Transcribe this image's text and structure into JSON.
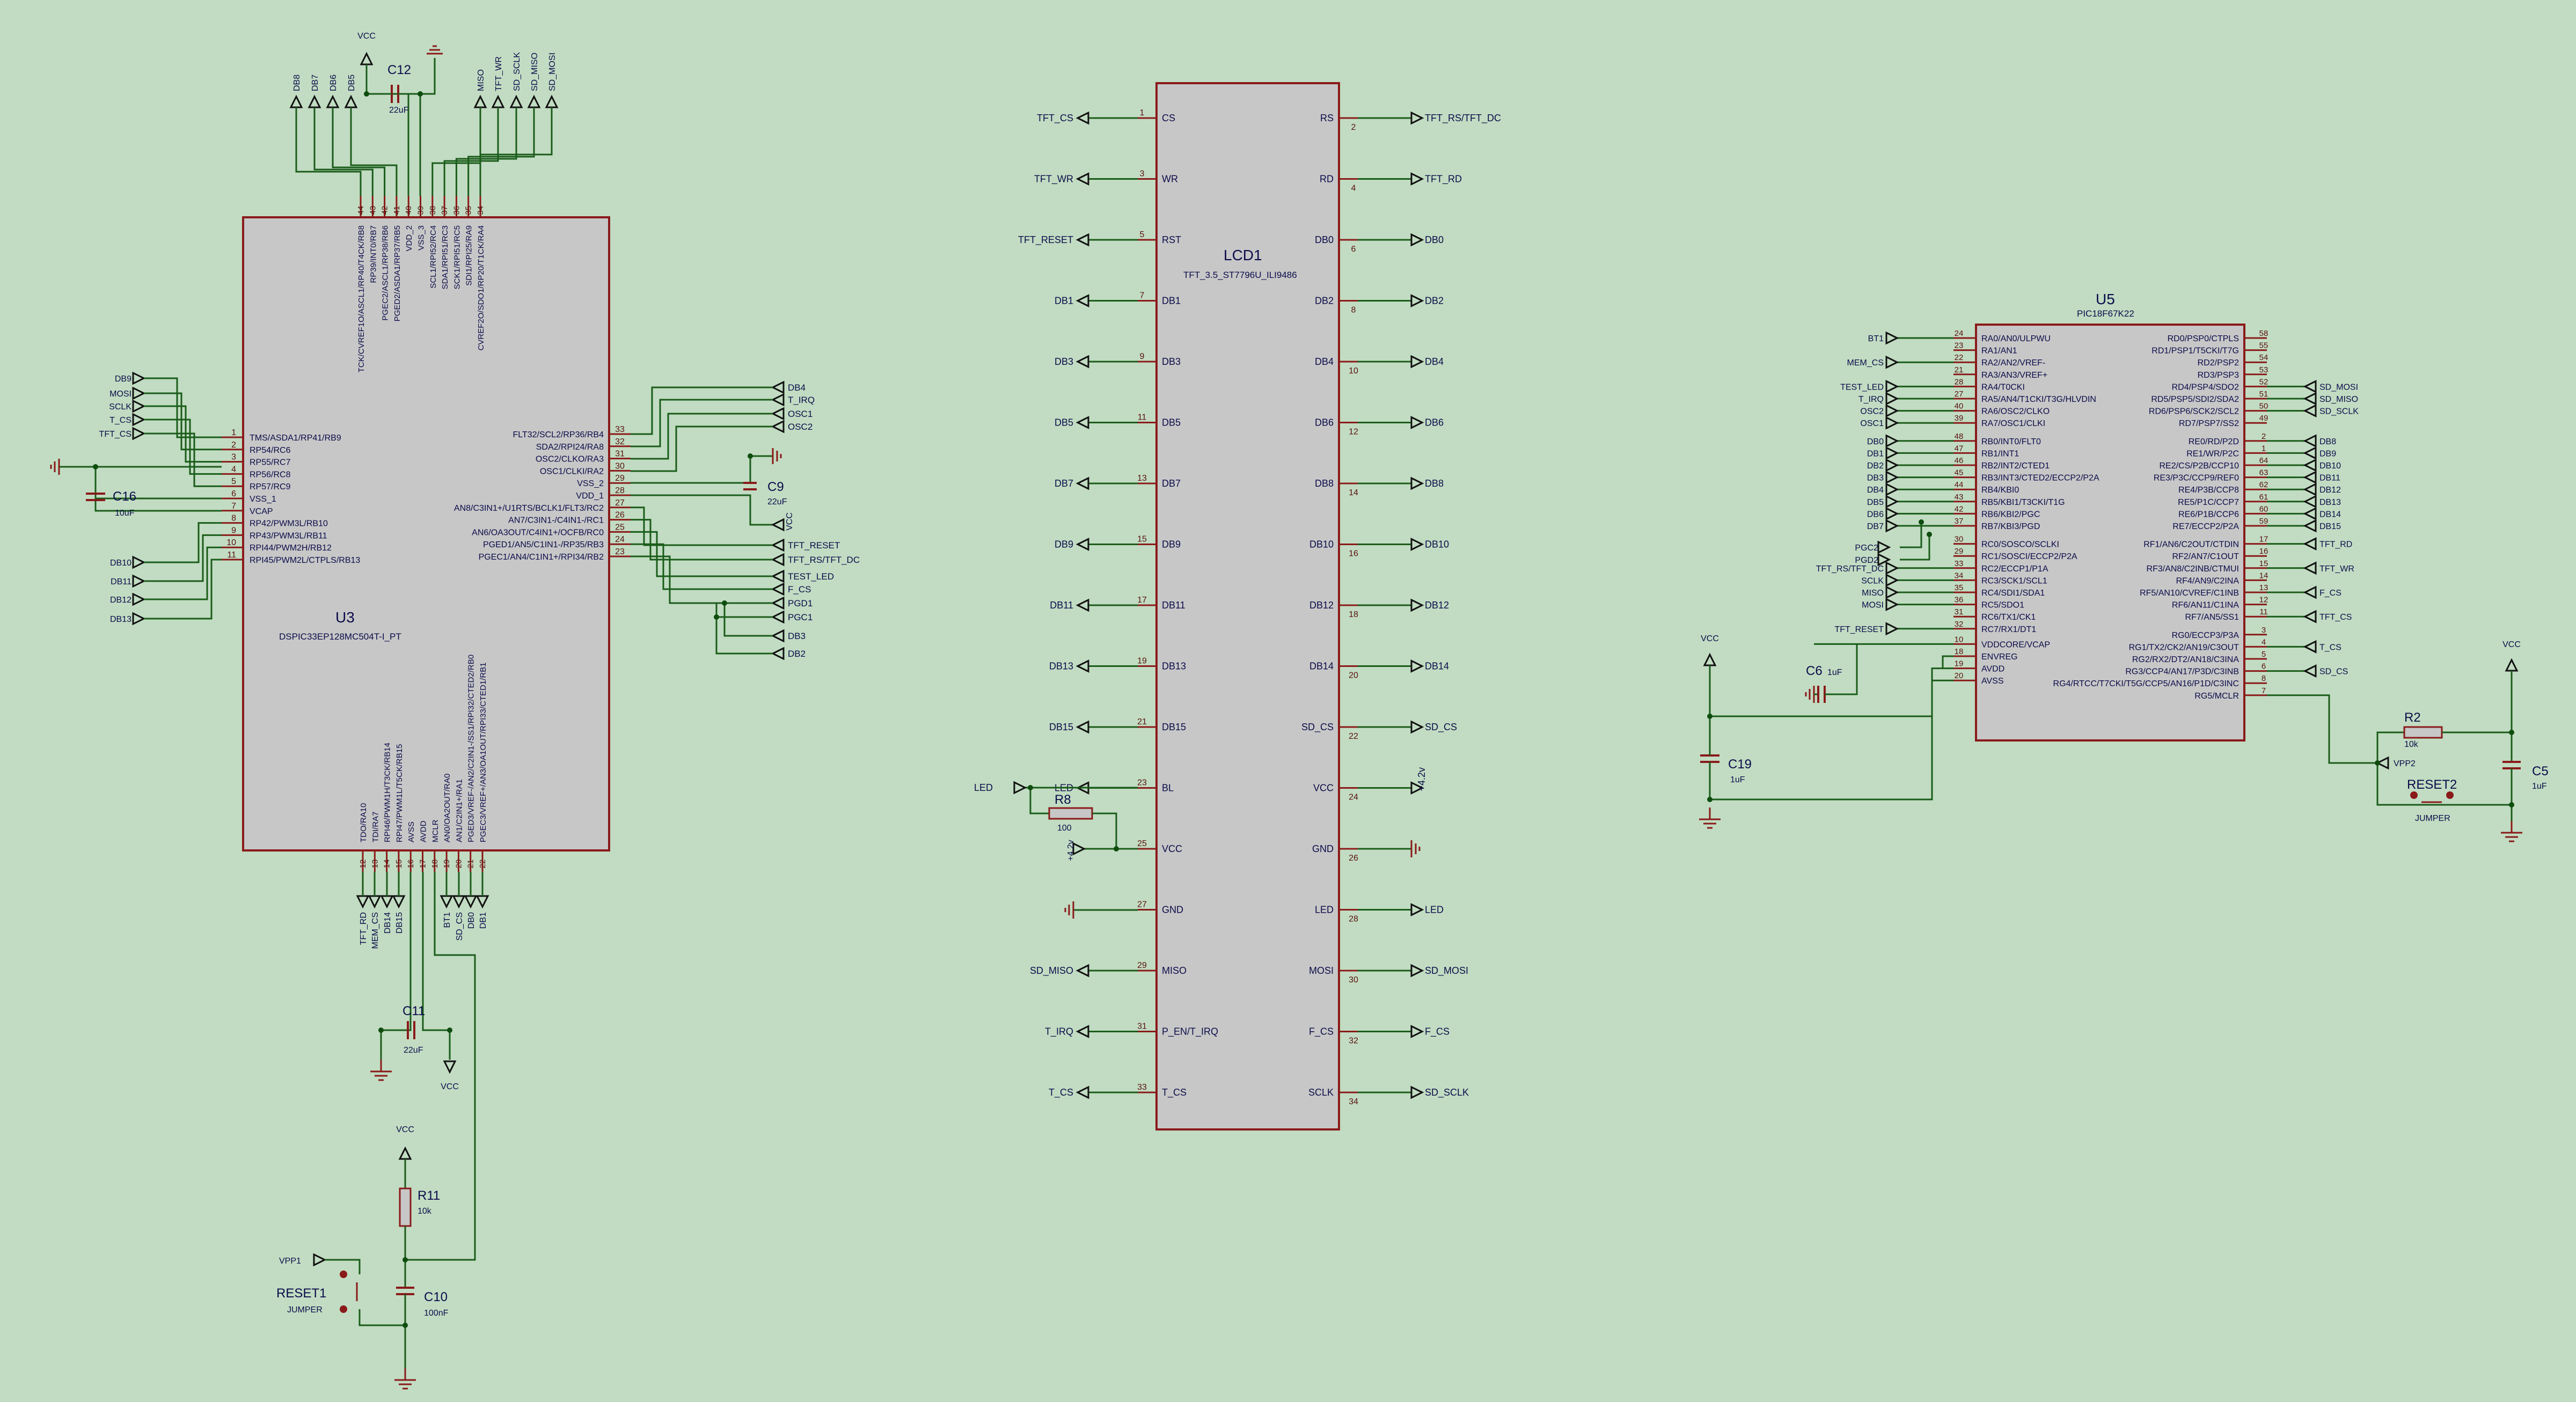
{
  "colors": {
    "background": "#c1dcc2",
    "chip_fill": "#c7c7c7",
    "outline": "#8a1a1a",
    "wire": "#1a5c1a",
    "text": "#0b0b4a"
  },
  "u3": {
    "ref": "U3",
    "part": "DSPIC33EP128MC504T-I_PT",
    "left": [
      [
        "1",
        "TMS/ASDA1/RP41/RB9"
      ],
      [
        "2",
        "RP54/RC6"
      ],
      [
        "3",
        "RP55/RC7"
      ],
      [
        "4",
        "RP56/RC8"
      ],
      [
        "5",
        "RP57/RC9"
      ],
      [
        "6",
        "VSS_1"
      ],
      [
        "7",
        "VCAP"
      ],
      [
        "8",
        "RP42/PWM3L/RB10"
      ],
      [
        "9",
        "RP43/PWM3L/RB11"
      ],
      [
        "10",
        "RPI44/PWM2H/RB12"
      ],
      [
        "11",
        "RPI45/PWM2L/CTPLS/RB13"
      ]
    ],
    "right": [
      [
        "33",
        "FLT32/SCL2/RP36/RB4"
      ],
      [
        "32",
        "SDA2/RPI24/RA8"
      ],
      [
        "31",
        "OSC2/CLKO/RA3"
      ],
      [
        "30",
        "OSC1/CLKI/RA2"
      ],
      [
        "29",
        "VSS_2"
      ],
      [
        "28",
        "VDD_1"
      ],
      [
        "27",
        "AN8/C3IN1+/U1RTS/BCLK1/FLT3/RC2"
      ],
      [
        "26",
        "AN7/C3IN1-/C4IN1-/RC1"
      ],
      [
        "25",
        "AN6/OA3OUT/C4IN1+/OCFB/RC0"
      ],
      [
        "24",
        "PGED1/AN5/C1IN1-/RP35/RB3"
      ],
      [
        "23",
        "PGEC1/AN4/C1IN1+/RPI34/RB2"
      ]
    ],
    "top": [
      [
        "44",
        "TCK/CVREF1O/ASCL1/RP40/T4CK/RB8"
      ],
      [
        "43",
        "RP39/INT0/RB7"
      ],
      [
        "42",
        "PGEC2/ASCL1/RP38/RB6"
      ],
      [
        "41",
        "PGED2/ASDA1/RP37/RB5"
      ],
      [
        "40",
        "VDD_2"
      ],
      [
        "39",
        "VSS_3"
      ],
      [
        "38",
        "SCL1/RPI52/RC4"
      ],
      [
        "37",
        "SDA1/RPI51/RC3"
      ],
      [
        "36",
        "SCK1/RPI51/RC5"
      ],
      [
        "35",
        "SDI1/RPI25/RA9"
      ],
      [
        "34",
        "CVREF2O/SDO1/RP20/T1CK/RA4"
      ]
    ],
    "bottom": [
      [
        "12",
        "TDO/RA10"
      ],
      [
        "13",
        "TDI/RA7"
      ],
      [
        "14",
        "RPI46/PWM1H/T3CK/RB14"
      ],
      [
        "15",
        "RPI47/PWM1L/T5CK/RB15"
      ],
      [
        "16",
        "AVSS"
      ],
      [
        "17",
        "AVDD"
      ],
      [
        "18",
        "MCLR"
      ],
      [
        "19",
        "AN0/OA2OUT/RA0"
      ],
      [
        "20",
        "AN1/C2IN1+/RA1"
      ],
      [
        "21",
        "PGED3/VREF-/AN2/C2IN1-/SS1/RPI32/CTED2/RB0"
      ],
      [
        "22",
        "PGEC3/VREF+/AN3/OA1OUT/RPI33/CTED1/RB1"
      ]
    ],
    "top_nets": [
      "DB8",
      "DB7",
      "DB6",
      "DB5",
      "MISO",
      "TFT_WR",
      "SD_SCLK",
      "SD_MISO",
      "SD_MOSI"
    ],
    "left_nets": [
      "DB9",
      "MOSI",
      "SCLK",
      "T_CS",
      "TFT_CS",
      "DB10",
      "DB11",
      "DB12",
      "DB13"
    ],
    "right_nets": [
      "DB4",
      "T_IRQ",
      "OSC1",
      "OSC2",
      "TFT_RESET",
      "TFT_RS/TFT_DC",
      "TEST_LED",
      "F_CS",
      "PGD1",
      "PGC1",
      "DB3",
      "DB2"
    ],
    "bottom_nets": [
      "TFT_RD",
      "MEM_CS",
      "DB14",
      "DB15",
      "BT1",
      "SD_CS",
      "DB0",
      "DB1"
    ]
  },
  "lcd": {
    "ref": "LCD1",
    "part": "TFT_3.5_ST7796U_ILI9486",
    "left": [
      [
        "1",
        "CS",
        "TFT_CS"
      ],
      [
        "3",
        "WR",
        "TFT_WR"
      ],
      [
        "5",
        "RST",
        "TFT_RESET"
      ],
      [
        "7",
        "DB1",
        "DB1"
      ],
      [
        "9",
        "DB3",
        "DB3"
      ],
      [
        "11",
        "DB5",
        "DB5"
      ],
      [
        "13",
        "DB7",
        "DB7"
      ],
      [
        "15",
        "DB9",
        "DB9"
      ],
      [
        "17",
        "DB11",
        "DB11"
      ],
      [
        "19",
        "DB13",
        "DB13"
      ],
      [
        "21",
        "DB15",
        "DB15"
      ],
      [
        "23",
        "BL",
        "LED"
      ],
      [
        "25",
        "VCC",
        ""
      ],
      [
        "27",
        "GND",
        ""
      ],
      [
        "29",
        "MISO",
        "SD_MISO"
      ],
      [
        "31",
        "P_EN/T_IRQ",
        "T_IRQ"
      ],
      [
        "33",
        "T_CS",
        "T_CS"
      ]
    ],
    "right": [
      [
        "2",
        "RS",
        "TFT_RS/TFT_DC"
      ],
      [
        "4",
        "RD",
        "TFT_RD"
      ],
      [
        "6",
        "DB0",
        "DB0"
      ],
      [
        "8",
        "DB2",
        "DB2"
      ],
      [
        "10",
        "DB4",
        "DB4"
      ],
      [
        "12",
        "DB6",
        "DB6"
      ],
      [
        "14",
        "DB8",
        "DB8"
      ],
      [
        "16",
        "DB10",
        "DB10"
      ],
      [
        "18",
        "DB12",
        "DB12"
      ],
      [
        "20",
        "DB14",
        "DB14"
      ],
      [
        "22",
        "SD_CS",
        "SD_CS"
      ],
      [
        "24",
        "VCC",
        "+4.2v"
      ],
      [
        "26",
        "GND",
        ""
      ],
      [
        "28",
        "LED",
        "LED"
      ],
      [
        "30",
        "MOSI",
        "SD_MOSI"
      ],
      [
        "32",
        "F_CS",
        "F_CS"
      ],
      [
        "34",
        "SCLK",
        "SD_SCLK"
      ]
    ]
  },
  "u5": {
    "ref": "U5",
    "part": "PIC18F67K22",
    "left": [
      [
        "24",
        "RA0/AN0/ULPWU",
        "BT1"
      ],
      [
        "23",
        "RA1/AN1",
        ""
      ],
      [
        "22",
        "RA2/AN2/VREF-",
        "MEM_CS"
      ],
      [
        "21",
        "RA3/AN3/VREF+",
        ""
      ],
      [
        "28",
        "RA4/T0CKI",
        "TEST_LED"
      ],
      [
        "27",
        "RA5/AN4/T1CKI/T3G/HLVDIN",
        "T_IRQ"
      ],
      [
        "40",
        "RA6/OSC2/CLKO",
        "OSC2"
      ],
      [
        "39",
        "RA7/OSC1/CLKI",
        "OSC1"
      ],
      [
        "48",
        "RB0/INT0/FLT0",
        "DB0"
      ],
      [
        "47",
        "RB1/INT1",
        "DB1"
      ],
      [
        "46",
        "RB2/INT2/CTED1",
        "DB2"
      ],
      [
        "45",
        "RB3/INT3/CTED2/ECCP2/P2A",
        "DB3"
      ],
      [
        "44",
        "RB4/KBI0",
        "DB4"
      ],
      [
        "43",
        "RB5/KBI1/T3CKI/T1G",
        "DB5"
      ],
      [
        "42",
        "RB6/KBI2/PGC",
        "DB6"
      ],
      [
        "37",
        "RB7/KBI3/PGD",
        "DB7"
      ],
      [
        "30",
        "RC0/SOSCO/SCLKI",
        ""
      ],
      [
        "29",
        "RC1/SOSCI/ECCP2/P2A",
        ""
      ],
      [
        "33",
        "RC2/ECCP1/P1A",
        "TFT_RS/TFT_DC"
      ],
      [
        "34",
        "RC3/SCK1/SCL1",
        "SCLK"
      ],
      [
        "35",
        "RC4/SDI1/SDA1",
        "MISO"
      ],
      [
        "36",
        "RC5/SDO1",
        "MOSI"
      ],
      [
        "31",
        "RC6/TX1/CK1",
        ""
      ],
      [
        "32",
        "RC7/RX1/DT1",
        "TFT_RESET"
      ],
      [
        "10",
        "VDDCORE/VCAP",
        ""
      ],
      [
        "18",
        "ENVREG",
        ""
      ],
      [
        "19",
        "AVDD",
        ""
      ],
      [
        "20",
        "AVSS",
        ""
      ]
    ],
    "right": [
      [
        "58",
        "RD0/PSP0/CTPLS",
        ""
      ],
      [
        "55",
        "RD1/PSP1/T5CKI/T7G",
        ""
      ],
      [
        "54",
        "RD2/PSP2",
        ""
      ],
      [
        "53",
        "RD3/PSP3",
        ""
      ],
      [
        "52",
        "RD4/PSP4/SDO2",
        "SD_MOSI"
      ],
      [
        "51",
        "RD5/PSP5/SDI2/SDA2",
        "SD_MISO"
      ],
      [
        "50",
        "RD6/PSP6/SCK2/SCL2",
        "SD_SCLK"
      ],
      [
        "49",
        "RD7/PSP7/SS2",
        ""
      ],
      [
        "2",
        "RE0/RD/P2D",
        "DB8"
      ],
      [
        "1",
        "RE1/WR/P2C",
        "DB9"
      ],
      [
        "64",
        "RE2/CS/P2B/CCP10",
        "DB10"
      ],
      [
        "63",
        "RE3/P3C/CCP9/REF0",
        "DB11"
      ],
      [
        "62",
        "RE4/P3B/CCP8",
        "DB12"
      ],
      [
        "61",
        "RE5/P1C/CCP7",
        "DB13"
      ],
      [
        "60",
        "RE6/P1B/CCP6",
        "DB14"
      ],
      [
        "59",
        "RE7/ECCP2/P2A",
        "DB15"
      ],
      [
        "17",
        "RF1/AN6/C2OUT/CTDIN",
        "TFT_RD"
      ],
      [
        "16",
        "RF2/AN7/C1OUT",
        ""
      ],
      [
        "15",
        "RF3/AN8/C2INB/CTMUI",
        "TFT_WR"
      ],
      [
        "14",
        "RF4/AN9/C2INA",
        ""
      ],
      [
        "13",
        "RF5/AN10/CVREF/C1INB",
        "F_CS"
      ],
      [
        "12",
        "RF6/AN11/C1INA",
        ""
      ],
      [
        "11",
        "RF7/AN5/SS1",
        "TFT_CS"
      ],
      [
        "3",
        "RG0/ECCP3/P3A",
        ""
      ],
      [
        "4",
        "RG1/TX2/CK2/AN19/C3OUT",
        "T_CS"
      ],
      [
        "5",
        "RG2/RX2/DT2/AN18/C3INA",
        ""
      ],
      [
        "6",
        "RG3/CCP4/AN17/P3D/C3INB",
        "SD_CS"
      ],
      [
        "8",
        "RG4/RTCC/T7CKI/T5G/CCP5/AN16/P1D/C3INC",
        ""
      ],
      [
        "7",
        "RG5/MCLR",
        ""
      ]
    ],
    "pgc2": "PGC2",
    "pgd2": "PGD2",
    "vpp2": "VPP2"
  },
  "parts": {
    "c12": {
      "ref": "C12",
      "val": "22uF"
    },
    "c16": {
      "ref": "C16",
      "val": "10uF"
    },
    "c9": {
      "ref": "C9",
      "val": "22uF"
    },
    "c11": {
      "ref": "C11",
      "val": "22uF"
    },
    "r11": {
      "ref": "R11",
      "val": "10k"
    },
    "c10": {
      "ref": "C10",
      "val": "100nF"
    },
    "reset1": {
      "ref": "RESET1",
      "val": "JUMPER",
      "net": "VPP1"
    },
    "r8": {
      "ref": "R8",
      "val": "100"
    },
    "c6": {
      "ref": "C6",
      "val": "1uF"
    },
    "c19": {
      "ref": "C19",
      "val": "1uF"
    },
    "r2": {
      "ref": "R2",
      "val": "10k"
    },
    "c5": {
      "ref": "C5",
      "val": "1uF"
    },
    "reset2": {
      "ref": "RESET2",
      "val": "JUMPER"
    }
  },
  "labels": {
    "vcc": "VCC",
    "v42": "+4.2v",
    "led": "LED"
  }
}
